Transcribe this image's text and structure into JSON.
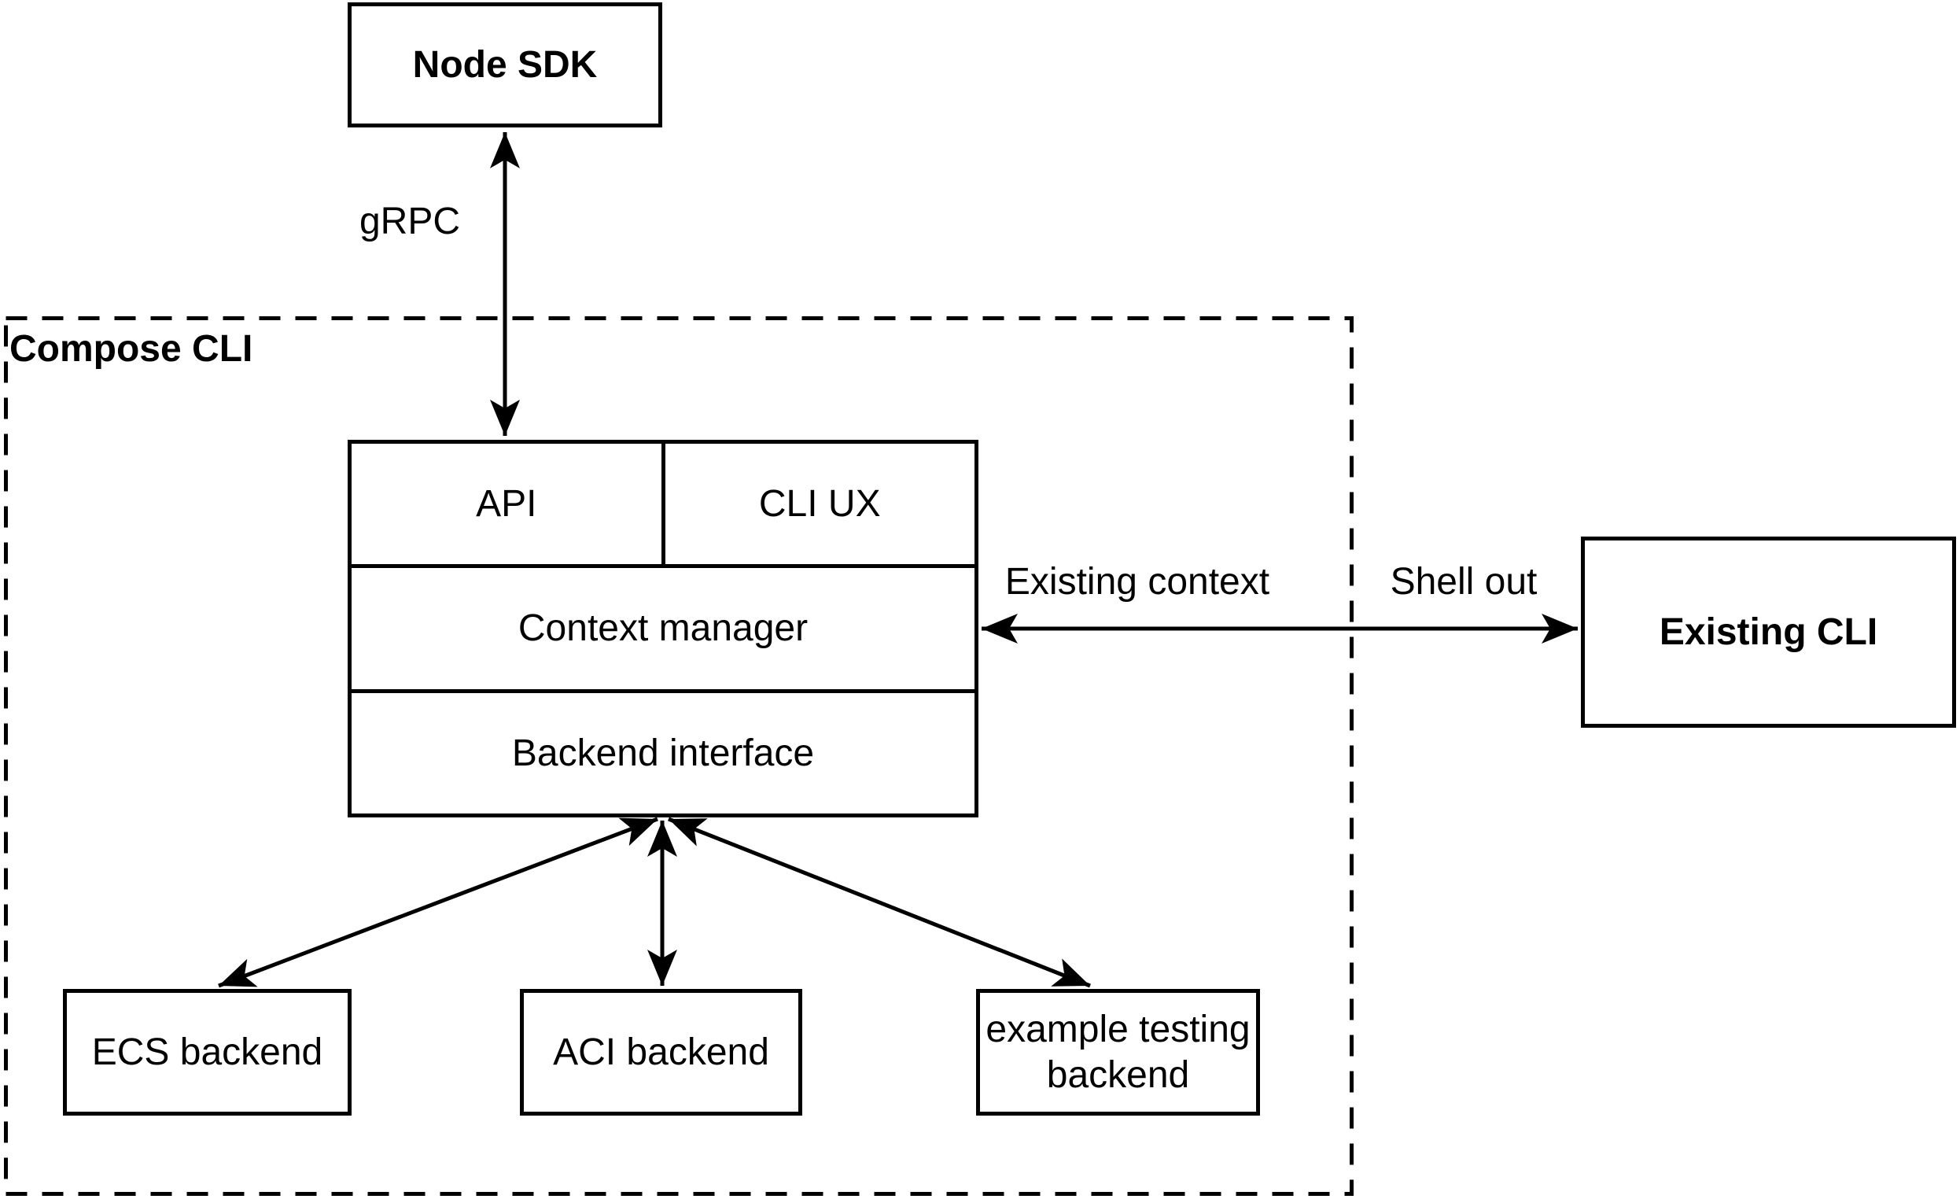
{
  "diagram": {
    "container": {
      "label": "Compose CLI"
    },
    "nodes": {
      "node_sdk": "Node SDK",
      "api": "API",
      "cli_ux": "CLI UX",
      "context_manager": "Context manager",
      "backend_interface": "Backend interface",
      "existing_cli": "Existing CLI",
      "ecs_backend": "ECS backend",
      "aci_backend": "ACI backend",
      "example_testing_backend": "example testing backend"
    },
    "edge_labels": {
      "grpc": "gRPC",
      "existing_context": "Existing context",
      "shell_out": "Shell out"
    },
    "colors": {
      "line": "#000000",
      "background": "#ffffff",
      "text": "#000000"
    }
  }
}
